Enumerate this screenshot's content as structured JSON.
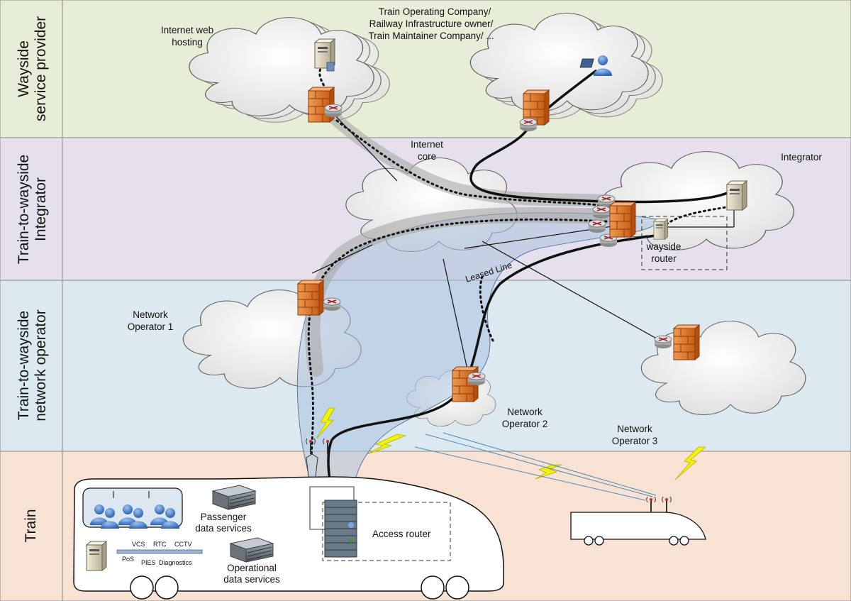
{
  "bands": {
    "wayside": {
      "line1": "Wayside",
      "line2": "service provider",
      "fill": "#e6eed7"
    },
    "integrator": {
      "line1": "Train-to-wayside",
      "line2": "Integrator",
      "fill": "#e6e0ee"
    },
    "network": {
      "line1": "Train-to-wayside",
      "line2": "network operator",
      "fill": "#dde9f1"
    },
    "train": {
      "line1": "Train",
      "fill": "#f8e2d4"
    }
  },
  "labels": {
    "web_hosting_1": "Internet web",
    "web_hosting_2": "hosting",
    "toc_1": "Train Operating Company/",
    "toc_2": "Railway Infrastructure owner/",
    "toc_3": "Train Maintainer Company/ ...",
    "internet_core_1": "Internet",
    "internet_core_2": "core",
    "integrator": "Integrator",
    "wayside_router_1": "wayside",
    "wayside_router_2": "router",
    "leased_line": "Leased Line",
    "net_op1_1": "Network",
    "net_op1_2": "Operator 1",
    "net_op2_1": "Network",
    "net_op2_2": "Operator 2",
    "net_op3_1": "Network",
    "net_op3_2": "Operator 3",
    "passenger_1": "Passenger",
    "passenger_2": "data services",
    "operational_1": "Operational",
    "operational_2": "data services",
    "access_router": "Access router",
    "vcs": "VCS",
    "rtc": "RTC",
    "cctv": "CCTV",
    "pos": "PoS",
    "pies": "PIES",
    "diagnostics": "Diagnostics"
  },
  "colors": {
    "firewall": "#e8762d",
    "cloud_fill": "#ffffff",
    "tunnel": "#b9cde3",
    "lightning": "#f2f20a",
    "link": "#111111"
  },
  "icons": [
    "web-server-icon",
    "firewall-icon",
    "router-icon",
    "laptop-user-icon",
    "server-icon",
    "antenna-icon",
    "lightning-icon",
    "passenger-group-icon",
    "rack-server-icon"
  ]
}
